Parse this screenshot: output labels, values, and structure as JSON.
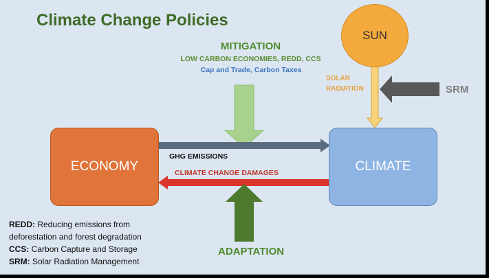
{
  "title": "Climate Change Policies",
  "nodes": {
    "economy": "ECONOMY",
    "climate": "CLIMATE",
    "sun": "SUN"
  },
  "mitigation": {
    "title": "MITIGATION",
    "line1": "LOW CARBON ECONOMIES, REDD, CCS",
    "line2": "Cap and Trade, Carbon Taxes"
  },
  "solar_radiation": {
    "line1": "SOLAR",
    "line2": "RADIATION"
  },
  "srm": "SRM",
  "ghg_emissions": "GHG EMISSIONS",
  "climate_damages": "CLIMATE CHANGE DAMAGES",
  "adaptation": "ADAPTATION",
  "legend": [
    {
      "abbr": "REDD:",
      "text": " Reducing emissions from"
    },
    {
      "abbr": "",
      "text": "deforestation and forest degradation"
    },
    {
      "abbr": "CCS:",
      "text": " Carbon Capture and Storage"
    },
    {
      "abbr": "SRM:",
      "text": " Solar Radiation Management"
    }
  ],
  "colors": {
    "background": "#DCE6F1",
    "economy": "#E0743A",
    "climate": "#8EB4E3",
    "sun": "#F5AA3D",
    "mitigation_arrow": "#A9D18E",
    "adaptation_arrow": "#4E7A2E",
    "ghg_arrow": "#5A6B7E",
    "damages_arrow": "#D9352B",
    "srm_arrow": "#595959",
    "solar_arrow": "#F7D27A"
  }
}
